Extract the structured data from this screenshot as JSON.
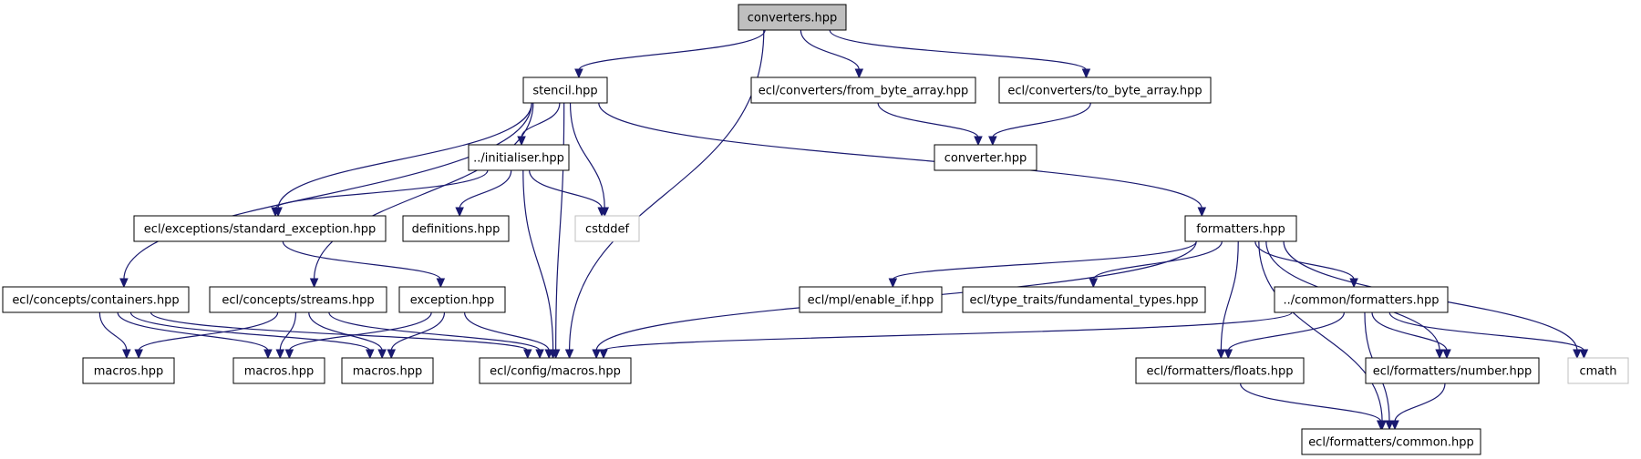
{
  "diagram": {
    "colors": {
      "edge": "#191970",
      "root_fill": "#bfbfbf",
      "external_stroke": "#bfbfbf",
      "box_stroke": "#000000"
    },
    "nodes": [
      {
        "id": "converters",
        "label": "converters.hpp",
        "kind": "root"
      },
      {
        "id": "stencil",
        "label": "stencil.hpp",
        "kind": "normal"
      },
      {
        "id": "from_byte",
        "label": "ecl/converters/from_byte_array.hpp",
        "kind": "normal"
      },
      {
        "id": "to_byte",
        "label": "ecl/converters/to_byte_array.hpp",
        "kind": "normal"
      },
      {
        "id": "converter",
        "label": "converter.hpp",
        "kind": "normal"
      },
      {
        "id": "initialiser",
        "label": "../initialiser.hpp",
        "kind": "normal"
      },
      {
        "id": "std_exc",
        "label": "ecl/exceptions/standard_exception.hpp",
        "kind": "normal"
      },
      {
        "id": "definitions",
        "label": "definitions.hpp",
        "kind": "normal"
      },
      {
        "id": "cstddef",
        "label": "cstddef",
        "kind": "external"
      },
      {
        "id": "formatters",
        "label": "formatters.hpp",
        "kind": "normal"
      },
      {
        "id": "containers",
        "label": "ecl/concepts/containers.hpp",
        "kind": "normal"
      },
      {
        "id": "streams",
        "label": "ecl/concepts/streams.hpp",
        "kind": "normal"
      },
      {
        "id": "exception",
        "label": "exception.hpp",
        "kind": "normal"
      },
      {
        "id": "enable_if",
        "label": "ecl/mpl/enable_if.hpp",
        "kind": "normal"
      },
      {
        "id": "fund_types",
        "label": "ecl/type_traits/fundamental_types.hpp",
        "kind": "normal"
      },
      {
        "id": "common_fmt",
        "label": "../common/formatters.hpp",
        "kind": "normal"
      },
      {
        "id": "macros1",
        "label": "macros.hpp",
        "kind": "normal"
      },
      {
        "id": "macros2",
        "label": "macros.hpp",
        "kind": "normal"
      },
      {
        "id": "macros3",
        "label": "macros.hpp",
        "kind": "normal"
      },
      {
        "id": "config_macros",
        "label": "ecl/config/macros.hpp",
        "kind": "normal"
      },
      {
        "id": "floats",
        "label": "ecl/formatters/floats.hpp",
        "kind": "normal"
      },
      {
        "id": "number",
        "label": "ecl/formatters/number.hpp",
        "kind": "normal"
      },
      {
        "id": "cmath",
        "label": "cmath",
        "kind": "external"
      },
      {
        "id": "fmt_common",
        "label": "ecl/formatters/common.hpp",
        "kind": "normal"
      }
    ],
    "edges": [
      [
        "converters",
        "stencil"
      ],
      [
        "converters",
        "config_macros"
      ],
      [
        "converters",
        "from_byte"
      ],
      [
        "converters",
        "to_byte"
      ],
      [
        "from_byte",
        "converter"
      ],
      [
        "to_byte",
        "converter"
      ],
      [
        "stencil",
        "containers"
      ],
      [
        "stencil",
        "streams"
      ],
      [
        "stencil",
        "std_exc"
      ],
      [
        "stencil",
        "initialiser"
      ],
      [
        "stencil",
        "cstddef"
      ],
      [
        "stencil",
        "config_macros"
      ],
      [
        "stencil",
        "formatters"
      ],
      [
        "initialiser",
        "std_exc"
      ],
      [
        "initialiser",
        "definitions"
      ],
      [
        "initialiser",
        "cstddef"
      ],
      [
        "initialiser",
        "config_macros"
      ],
      [
        "std_exc",
        "exception"
      ],
      [
        "exception",
        "macros2"
      ],
      [
        "exception",
        "macros3"
      ],
      [
        "exception",
        "config_macros"
      ],
      [
        "containers",
        "macros1"
      ],
      [
        "containers",
        "macros2"
      ],
      [
        "containers",
        "macros3"
      ],
      [
        "containers",
        "config_macros"
      ],
      [
        "streams",
        "macros1"
      ],
      [
        "streams",
        "macros2"
      ],
      [
        "streams",
        "macros3"
      ],
      [
        "streams",
        "config_macros"
      ],
      [
        "formatters",
        "config_macros"
      ],
      [
        "formatters",
        "enable_if"
      ],
      [
        "formatters",
        "fund_types"
      ],
      [
        "formatters",
        "common_fmt"
      ],
      [
        "formatters",
        "floats"
      ],
      [
        "formatters",
        "number"
      ],
      [
        "formatters",
        "cmath"
      ],
      [
        "formatters",
        "fmt_common"
      ],
      [
        "common_fmt",
        "config_macros"
      ],
      [
        "common_fmt",
        "floats"
      ],
      [
        "common_fmt",
        "number"
      ],
      [
        "common_fmt",
        "cmath"
      ],
      [
        "common_fmt",
        "fmt_common"
      ],
      [
        "floats",
        "fmt_common"
      ],
      [
        "number",
        "fmt_common"
      ]
    ]
  }
}
